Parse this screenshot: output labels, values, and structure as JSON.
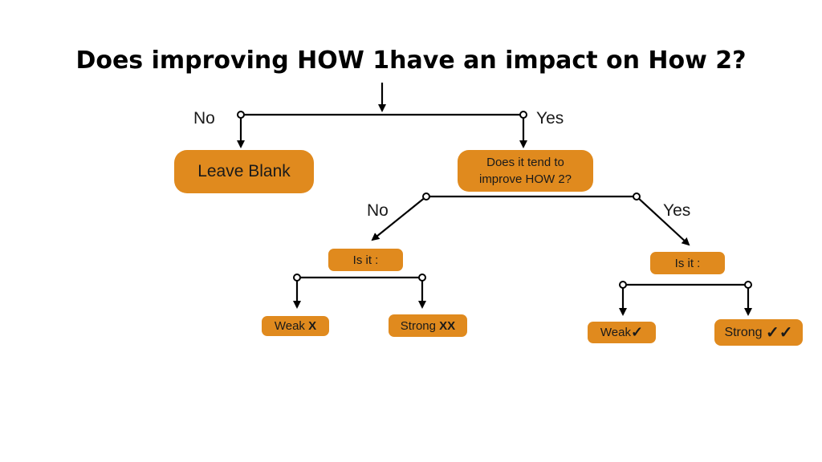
{
  "title": "Does improving HOW 1have an impact on How 2?",
  "colors": {
    "box_fill": "#e08a1e",
    "line": "#000000",
    "background": "#ffffff"
  },
  "branch_labels": {
    "no": "No",
    "yes": "Yes"
  },
  "nodes": {
    "leave_blank": "Leave Blank",
    "question2": "Does it tend to improve HOW 2?",
    "is_it_left": "Is it :",
    "is_it_right": "Is it :",
    "weak_negative": {
      "label": "Weak",
      "mark": "X"
    },
    "strong_negative": {
      "label": "Strong",
      "mark": "XX"
    },
    "weak_positive": {
      "label": "Weak",
      "mark": "✓"
    },
    "strong_positive": {
      "label": "Strong",
      "mark": "✓✓"
    }
  }
}
